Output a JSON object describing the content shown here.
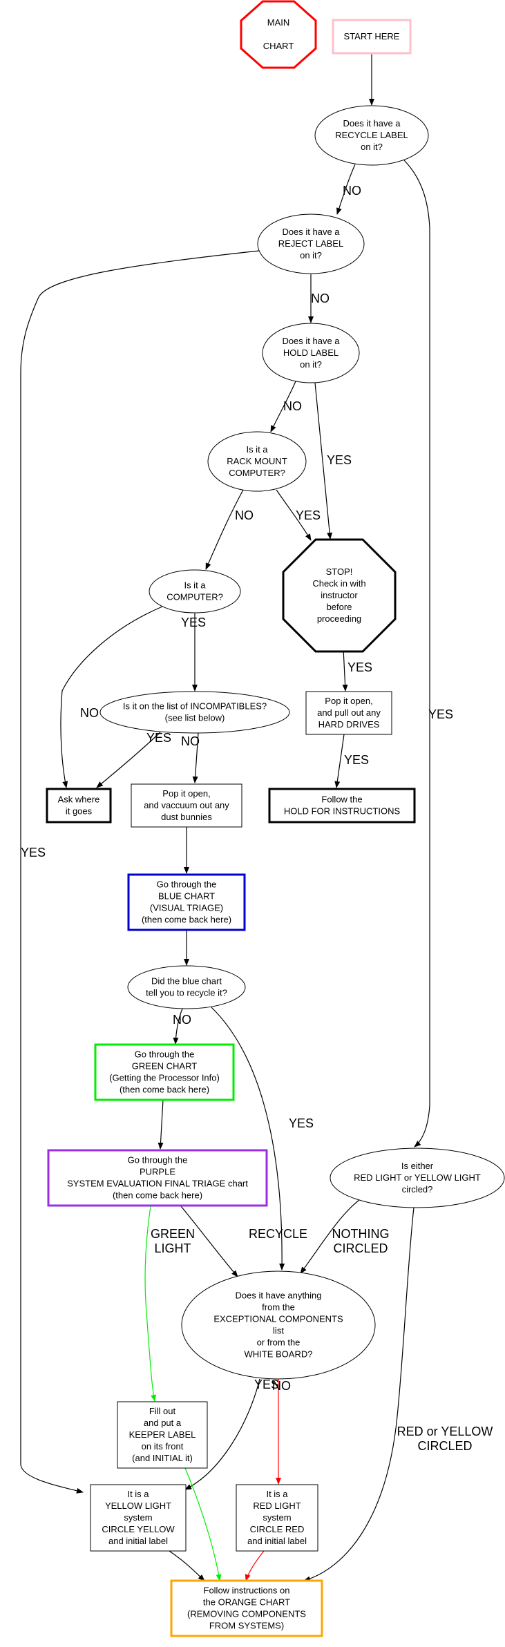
{
  "diagram": {
    "title": "MAIN CHART",
    "nodes": {
      "main": {
        "lines": [
          "MAIN",
          "",
          "CHART"
        ],
        "color": "#ff0000"
      },
      "start": {
        "lines": [
          "START HERE"
        ],
        "color": "#ffc0cb"
      },
      "recycle_label": {
        "lines": [
          "Does it have a",
          "RECYCLE LABEL",
          "on it?"
        ]
      },
      "reject_label": {
        "lines": [
          "Does it have a",
          "REJECT LABEL",
          "on it?"
        ]
      },
      "hold_label": {
        "lines": [
          "Does it have a",
          "HOLD LABEL",
          "on it?"
        ]
      },
      "rack_mount": {
        "lines": [
          "Is it a",
          "RACK MOUNT",
          "COMPUTER?"
        ]
      },
      "stop": {
        "lines": [
          "STOP!",
          "Check in with",
          "instructor",
          "before",
          "proceeding"
        ]
      },
      "computer": {
        "lines": [
          "Is it a",
          "COMPUTER?"
        ]
      },
      "incompatibles": {
        "lines": [
          "Is it on the list of INCOMPATIBLES?",
          "(see list below)"
        ]
      },
      "pull_drives": {
        "lines": [
          "Pop it open,",
          "and pull out any",
          "HARD DRIVES"
        ]
      },
      "ask_where": {
        "lines": [
          "Ask where",
          "it goes"
        ]
      },
      "vacuum": {
        "lines": [
          "Pop it open,",
          "and vaccuum out any",
          "dust bunnies"
        ]
      },
      "hold_instructions": {
        "lines": [
          "Follow the",
          "HOLD FOR INSTRUCTIONS"
        ]
      },
      "blue_chart": {
        "lines": [
          "Go through the",
          "BLUE CHART",
          "(VISUAL TRIAGE)",
          "(then come back here)"
        ],
        "color": "#0000cc"
      },
      "blue_recycle": {
        "lines": [
          "Did the blue chart",
          "tell you to recycle it?"
        ]
      },
      "green_chart": {
        "lines": [
          "Go through the",
          "GREEN CHART",
          "(Getting the Processor Info)",
          "(then come back here)"
        ],
        "color": "#00ee00"
      },
      "purple_chart": {
        "lines": [
          "Go through the",
          "PURPLE",
          "SYSTEM EVALUATION FINAL TRIAGE chart",
          "(then come back here)"
        ],
        "color": "#9a2ee8"
      },
      "light_circled": {
        "lines": [
          "Is either",
          "RED LIGHT or YELLOW LIGHT",
          "circled?"
        ]
      },
      "exceptional": {
        "lines": [
          "Does it have anything",
          "from the",
          "EXCEPTIONAL COMPONENTS",
          "list",
          "or from the",
          "WHITE BOARD?"
        ]
      },
      "keeper_label": {
        "lines": [
          "Fill out",
          "and put a",
          "KEEPER LABEL",
          "on its front",
          "(and INITIAL it)"
        ]
      },
      "yellow_light": {
        "lines": [
          "It is a",
          "YELLOW LIGHT",
          "system",
          "CIRCLE YELLOW",
          "and initial label"
        ]
      },
      "red_light": {
        "lines": [
          "It is a",
          "RED LIGHT",
          "system",
          "CIRCLE RED",
          "and initial label"
        ]
      },
      "orange_chart": {
        "lines": [
          "Follow instructions on",
          "the ORANGE CHART",
          "(REMOVING COMPONENTS",
          "FROM SYSTEMS)"
        ],
        "color": "#ffa500"
      }
    },
    "edges": [
      {
        "from": "start",
        "to": "recycle_label",
        "label": ""
      },
      {
        "from": "recycle_label",
        "to": "reject_label",
        "label": "NO"
      },
      {
        "from": "recycle_label",
        "to": "light_circled",
        "label": "YES"
      },
      {
        "from": "reject_label",
        "to": "hold_label",
        "label": "NO"
      },
      {
        "from": "reject_label",
        "to": "yellow_light",
        "label": "YES"
      },
      {
        "from": "hold_label",
        "to": "rack_mount",
        "label": "NO"
      },
      {
        "from": "hold_label",
        "to": "stop",
        "label": "YES"
      },
      {
        "from": "rack_mount",
        "to": "computer",
        "label": "NO"
      },
      {
        "from": "rack_mount",
        "to": "stop",
        "label": "YES"
      },
      {
        "from": "stop",
        "to": "pull_drives",
        "label": "YES"
      },
      {
        "from": "pull_drives",
        "to": "hold_instructions",
        "label": "YES"
      },
      {
        "from": "computer",
        "to": "ask_where",
        "label": "NO"
      },
      {
        "from": "computer",
        "to": "incompatibles",
        "label": "YES"
      },
      {
        "from": "incompatibles",
        "to": "ask_where",
        "label": "YES"
      },
      {
        "from": "incompatibles",
        "to": "vacuum",
        "label": "NO"
      },
      {
        "from": "vacuum",
        "to": "blue_chart",
        "label": ""
      },
      {
        "from": "blue_chart",
        "to": "blue_recycle",
        "label": ""
      },
      {
        "from": "blue_recycle",
        "to": "green_chart",
        "label": "NO"
      },
      {
        "from": "blue_recycle",
        "to": "exceptional",
        "label": "YES"
      },
      {
        "from": "green_chart",
        "to": "purple_chart",
        "label": ""
      },
      {
        "from": "purple_chart",
        "to": "keeper_label",
        "label": "GREEN LIGHT",
        "color": "#00ee00"
      },
      {
        "from": "purple_chart",
        "to": "exceptional",
        "label": "RECYCLE"
      },
      {
        "from": "light_circled",
        "to": "exceptional",
        "label": "NOTHING CIRCLED"
      },
      {
        "from": "light_circled",
        "to": "orange_chart",
        "label": "RED or YELLOW CIRCLED"
      },
      {
        "from": "exceptional",
        "to": "yellow_light",
        "label": "YES"
      },
      {
        "from": "exceptional",
        "to": "red_light",
        "label": "NO",
        "color": "#ff0000"
      },
      {
        "from": "keeper_label",
        "to": "orange_chart",
        "label": "",
        "color": "#00ee00"
      },
      {
        "from": "yellow_light",
        "to": "orange_chart",
        "label": ""
      },
      {
        "from": "red_light",
        "to": "orange_chart",
        "label": "",
        "color": "#ff0000"
      }
    ]
  }
}
